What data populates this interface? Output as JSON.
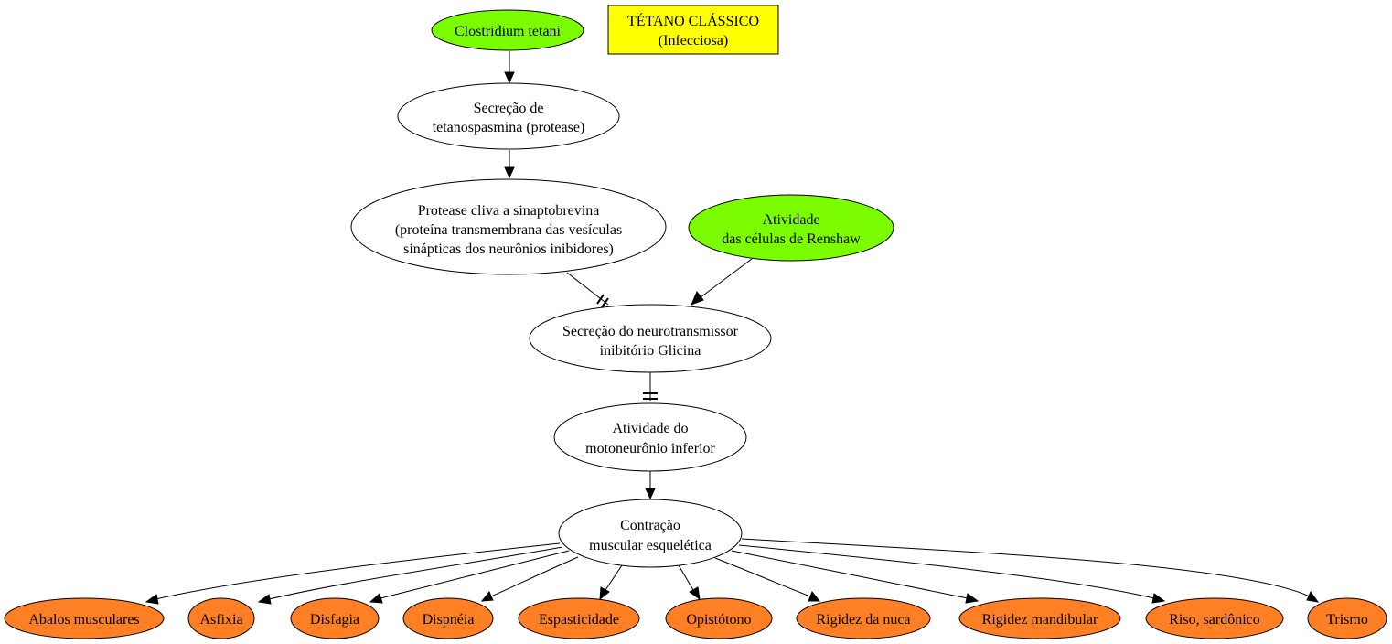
{
  "title_box": {
    "line1": "TÉTANO CLÁSSICO",
    "line2": "(Infecciosa)"
  },
  "colors": {
    "cause": "#7cfc00",
    "symptom": "#ff7f24",
    "note": "#ffff00",
    "process": "#ffffff"
  },
  "nodes": {
    "clostridium": {
      "lines": [
        "Clostridium tetani"
      ]
    },
    "secrecao_tetano": {
      "lines": [
        "Secreção de",
        "tetanospasmina (protease)"
      ]
    },
    "protease": {
      "lines": [
        "Protease cliva a sinaptobrevina",
        "(proteína transmembrana das vesículas",
        "sinápticas dos neurônios inibidores)"
      ]
    },
    "renshaw": {
      "lines": [
        "Atividade",
        "das células de Renshaw"
      ]
    },
    "glicina": {
      "lines": [
        "Secreção do neurotransmissor",
        "inibitório Glicina"
      ]
    },
    "motoneuronio": {
      "lines": [
        "Atividade do",
        "motoneurônio inferior"
      ]
    },
    "contracao": {
      "lines": [
        "Contração",
        "muscular esquelética"
      ]
    }
  },
  "symptoms": [
    "Abalos musculares",
    "Asfixia",
    "Disfagia",
    "Dispnéia",
    "Espasticidade",
    "Opistótono",
    "Rigidez da nuca",
    "Rigidez mandibular",
    "Riso, sardônico",
    "Trismo"
  ]
}
